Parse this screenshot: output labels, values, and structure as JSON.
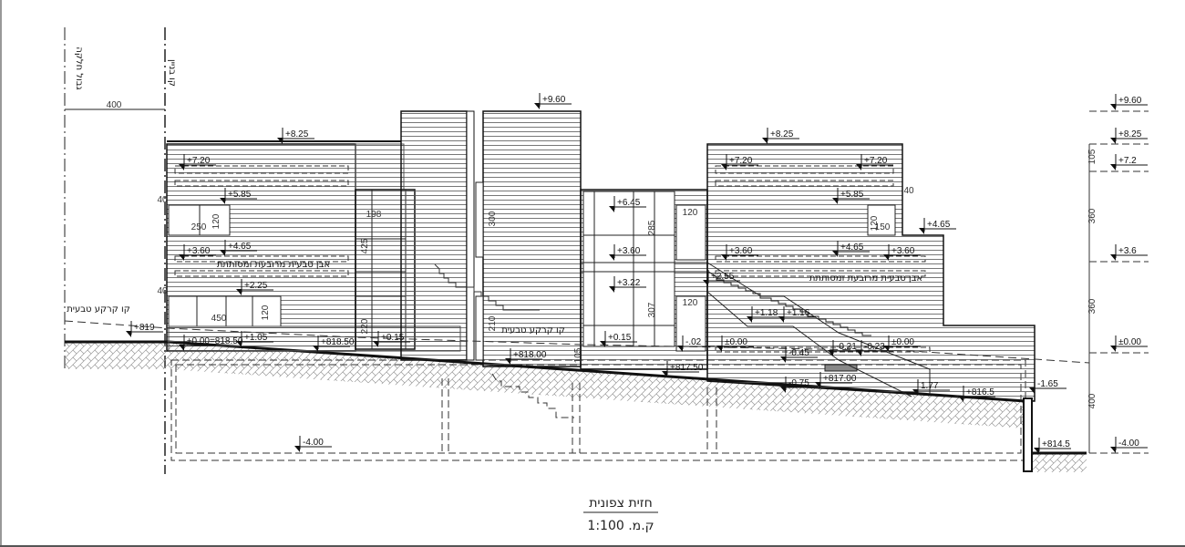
{
  "title": {
    "name": "חזית צפונית",
    "scale": "ק.מ. 1:100"
  },
  "notes": {
    "plot_boundary": "גבול חלקה",
    "building_line": "קו בניין",
    "stone_left": "אבן טבעית מרובעת ומסותתת",
    "stone_right": "אבן טבעית מרובעת ומסותתת",
    "natural_ground_left": "קו קרקע טבעית",
    "natural_ground_center": "קו קרקע טבעית"
  },
  "elevation_marks": [
    "+8.25",
    "+9.60",
    "+8.25",
    "+7.20",
    "+5.85",
    "+4.65",
    "+3.60",
    "+2.25",
    "+1.05",
    "+819",
    "±0.00=818.50",
    "+818.50",
    "+0.15",
    "+818.00",
    "+6.45",
    "+3.60",
    "+3.22",
    "+0.15",
    "-.02",
    "+817.50",
    "+7.20",
    "+7.20",
    "+5.85",
    "+4.65",
    "+4.65",
    "+3.60",
    "+3.60",
    "+2.55",
    "+1.18",
    "+1.16",
    "±0.00",
    "±0.00",
    "-0.21",
    "-0.23",
    "-0.45",
    "-0.75",
    "+817.00",
    "1.77",
    "+816.5",
    "-1.65",
    "+814.5",
    "-4.00"
  ],
  "level_scale": [
    "+9.60",
    "+8.25",
    "+7.2",
    "+3.6",
    "±0.00",
    "-4.00"
  ],
  "dimensions": [
    "400",
    "198",
    "425",
    "220",
    "300",
    "210",
    "285",
    "307",
    "120",
    "120",
    "250",
    "120",
    "450",
    "120",
    "150",
    "120",
    "40",
    "40",
    "40",
    "105",
    "360",
    "360",
    "400",
    "105"
  ],
  "colors": {
    "line": "#111111",
    "hatch": "#9a9a9a",
    "stripe": "#555555"
  }
}
